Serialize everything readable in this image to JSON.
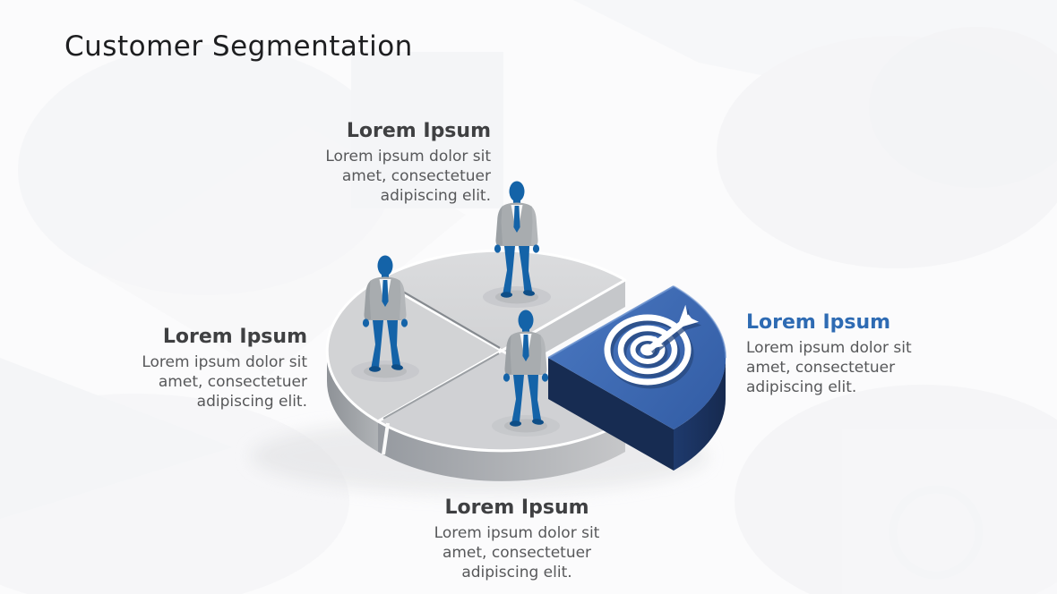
{
  "slide": {
    "title": "Customer Segmentation"
  },
  "segments": [
    {
      "position": "top",
      "heading": "Lorem Ipsum",
      "body_lines": [
        "Lorem ipsum dolor sit",
        "amet, consectetuer",
        "adipiscing elit."
      ],
      "highlighted": false
    },
    {
      "position": "left",
      "heading": "Lorem Ipsum",
      "body_lines": [
        "Lorem ipsum dolor sit",
        "amet, consectetuer",
        "adipiscing elit."
      ],
      "highlighted": false
    },
    {
      "position": "right",
      "heading": "Lorem Ipsum",
      "body_lines": [
        "Lorem ipsum dolor sit",
        "amet, consectetuer",
        "adipiscing elit."
      ],
      "highlighted": true
    },
    {
      "position": "bottom",
      "heading": "Lorem Ipsum",
      "body_lines": [
        "Lorem ipsum dolor sit",
        "amet, consectetuer",
        "adipiscing elit."
      ],
      "highlighted": false
    }
  ],
  "diagram": {
    "type": "pie-3d",
    "slices": [
      {
        "name": "top",
        "fraction": 0.25,
        "color": "#d7d8da",
        "content": "businessman-figure"
      },
      {
        "name": "left",
        "fraction": 0.25,
        "color": "#d2d3d5",
        "content": "businessman-figure"
      },
      {
        "name": "bottom",
        "fraction": 0.25,
        "color": "#d0d1d4",
        "content": "businessman-figure"
      },
      {
        "name": "target",
        "fraction": 0.25,
        "color": "#3e6db5",
        "exploded": true,
        "content": "target-icon"
      }
    ]
  },
  "colors": {
    "accent_blue": "#2e6bb3",
    "slice_blue_top": "#3e6db5",
    "slice_blue_side": "#1b3563",
    "pie_gray_top": "#d4d5d7",
    "pie_gray_side": "#a6aaaf",
    "person_blue": "#1463a8",
    "person_jacket_gray": "#a8acaf",
    "heading_text": "#3f4042",
    "body_text": "#57585a",
    "title_text": "#1d1e20",
    "background": "#fbfbfc"
  }
}
